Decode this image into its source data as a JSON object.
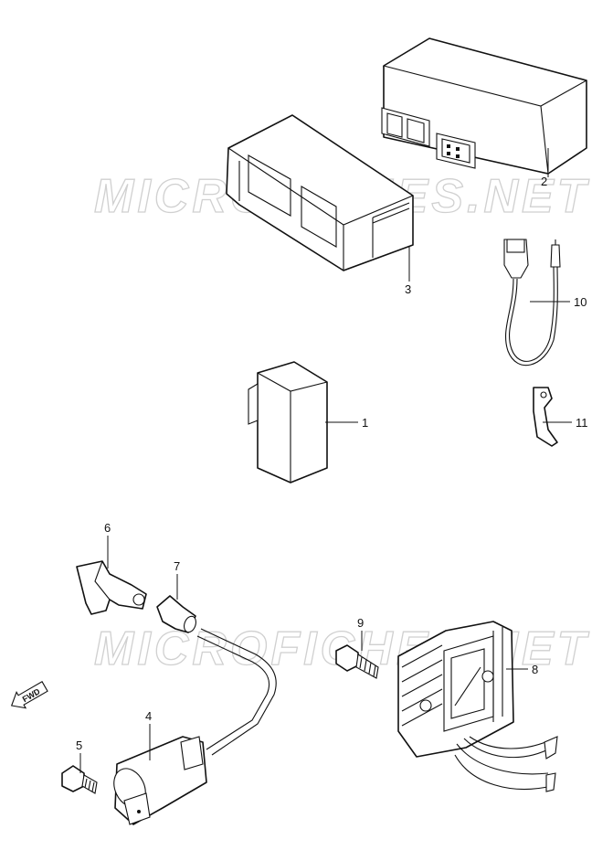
{
  "watermark": "MICROFICHES.NET",
  "direction_label": "FWD",
  "callouts": [
    {
      "id": "1",
      "label": "1"
    },
    {
      "id": "2",
      "label": "2"
    },
    {
      "id": "3",
      "label": "3"
    },
    {
      "id": "4",
      "label": "4"
    },
    {
      "id": "5",
      "label": "5"
    },
    {
      "id": "6",
      "label": "6"
    },
    {
      "id": "7",
      "label": "7"
    },
    {
      "id": "8",
      "label": "8"
    },
    {
      "id": "9",
      "label": "9"
    },
    {
      "id": "10",
      "label": "10"
    },
    {
      "id": "11",
      "label": "11"
    }
  ]
}
